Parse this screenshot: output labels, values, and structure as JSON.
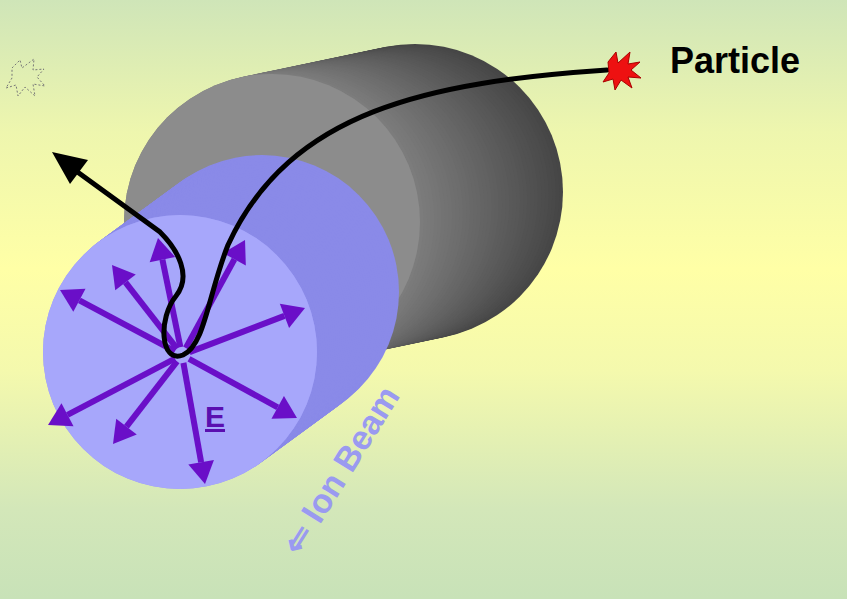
{
  "diagram": {
    "labels": [
      "Particle",
      "E",
      "⇐ Ion Beam"
    ]
  }
}
